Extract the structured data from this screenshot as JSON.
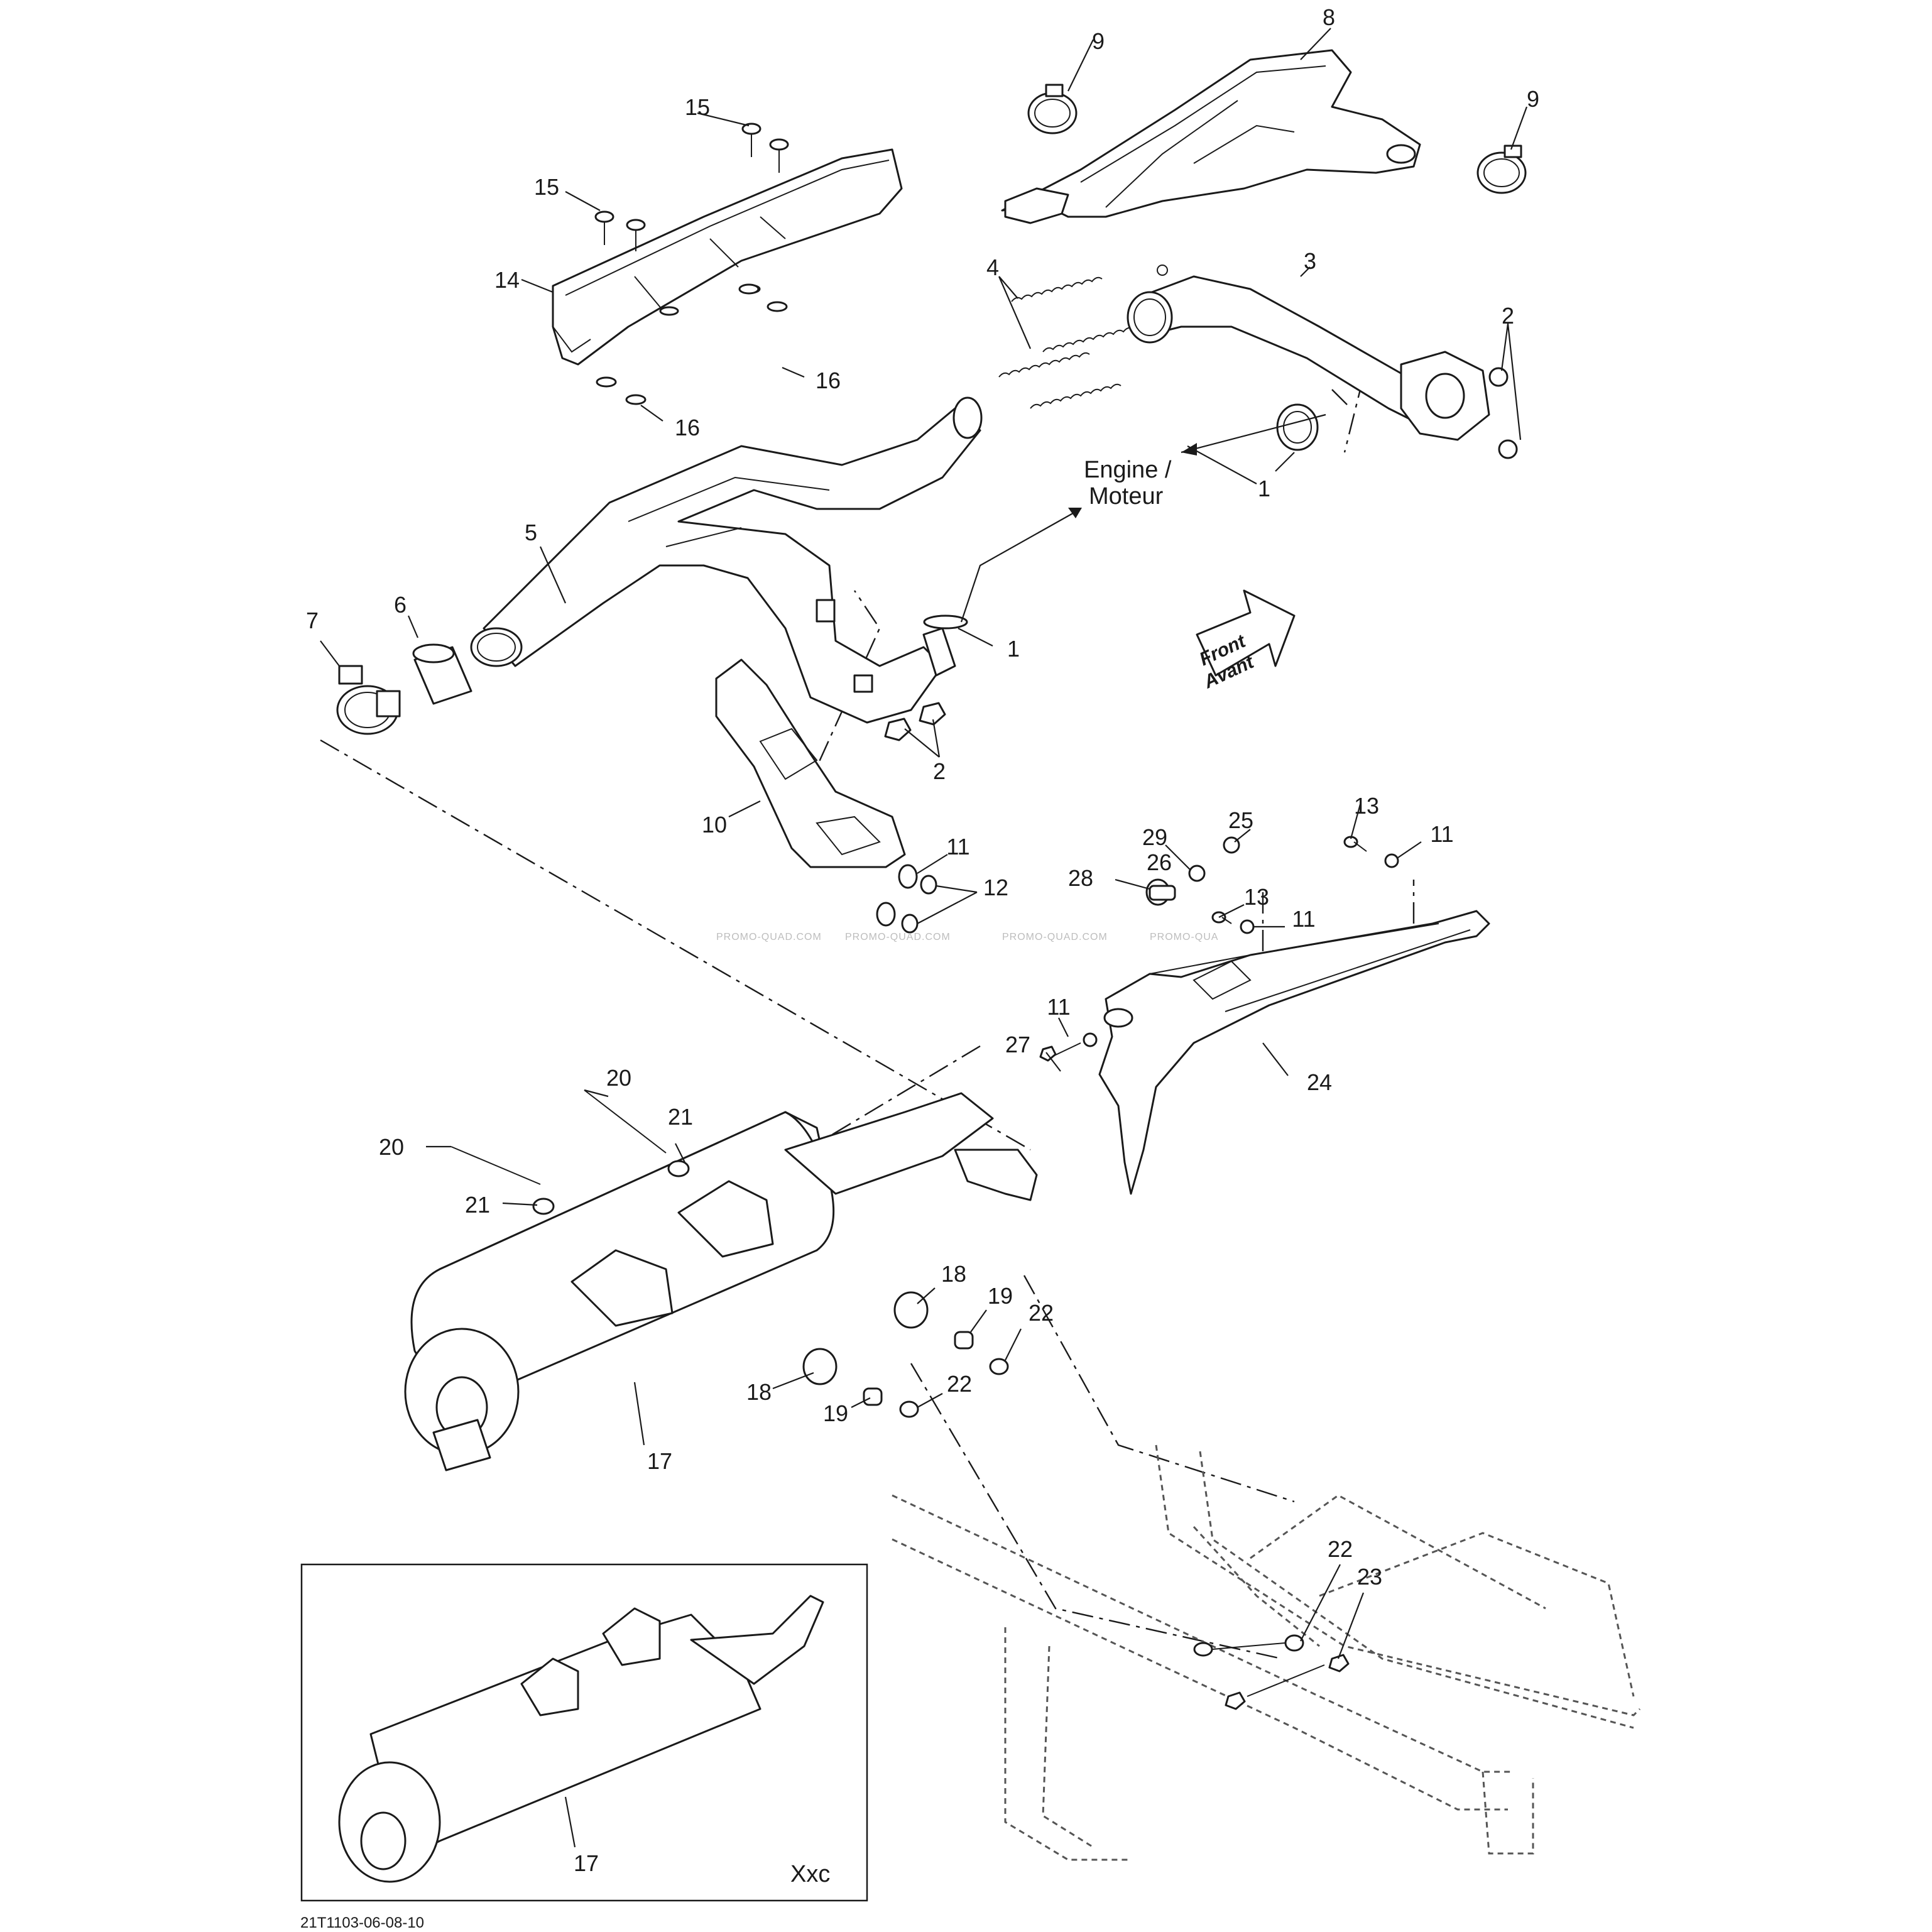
{
  "callouts": {
    "c1a": "1",
    "c1b": "1",
    "c2a": "2",
    "c2b": "2",
    "c3": "3",
    "c4": "4",
    "c5": "5",
    "c6": "6",
    "c7": "7",
    "c8": "8",
    "c9a": "9",
    "c9b": "9",
    "c10": "10",
    "c11a": "11",
    "c11b": "11",
    "c11c": "11",
    "c11d": "11",
    "c12": "12",
    "c13a": "13",
    "c13b": "13",
    "c14": "14",
    "c15a": "15",
    "c15b": "15",
    "c16a": "16",
    "c16b": "16",
    "c17a": "17",
    "c17b": "17",
    "c18a": "18",
    "c18b": "18",
    "c19a": "19",
    "c19b": "19",
    "c20a": "20",
    "c20b": "20",
    "c21a": "21",
    "c21b": "21",
    "c22a": "22",
    "c22b": "22",
    "c22c": "22",
    "c23": "23",
    "c24": "24",
    "c25": "25",
    "c26": "26",
    "c27": "27",
    "c28": "28",
    "c29": "29"
  },
  "engine_label": {
    "line1": "Engine /",
    "line2": "Moteur"
  },
  "front_label": {
    "line1": "Front",
    "line2": "Avant"
  },
  "inset_label": "Xxc",
  "watermarks": [
    "PROMO-QUAD.COM",
    "PROMO-QUAD.COM",
    "PROMO-QUAD.COM",
    "PROMO-QUA"
  ],
  "footer_code": "21T1103-06-08-10"
}
